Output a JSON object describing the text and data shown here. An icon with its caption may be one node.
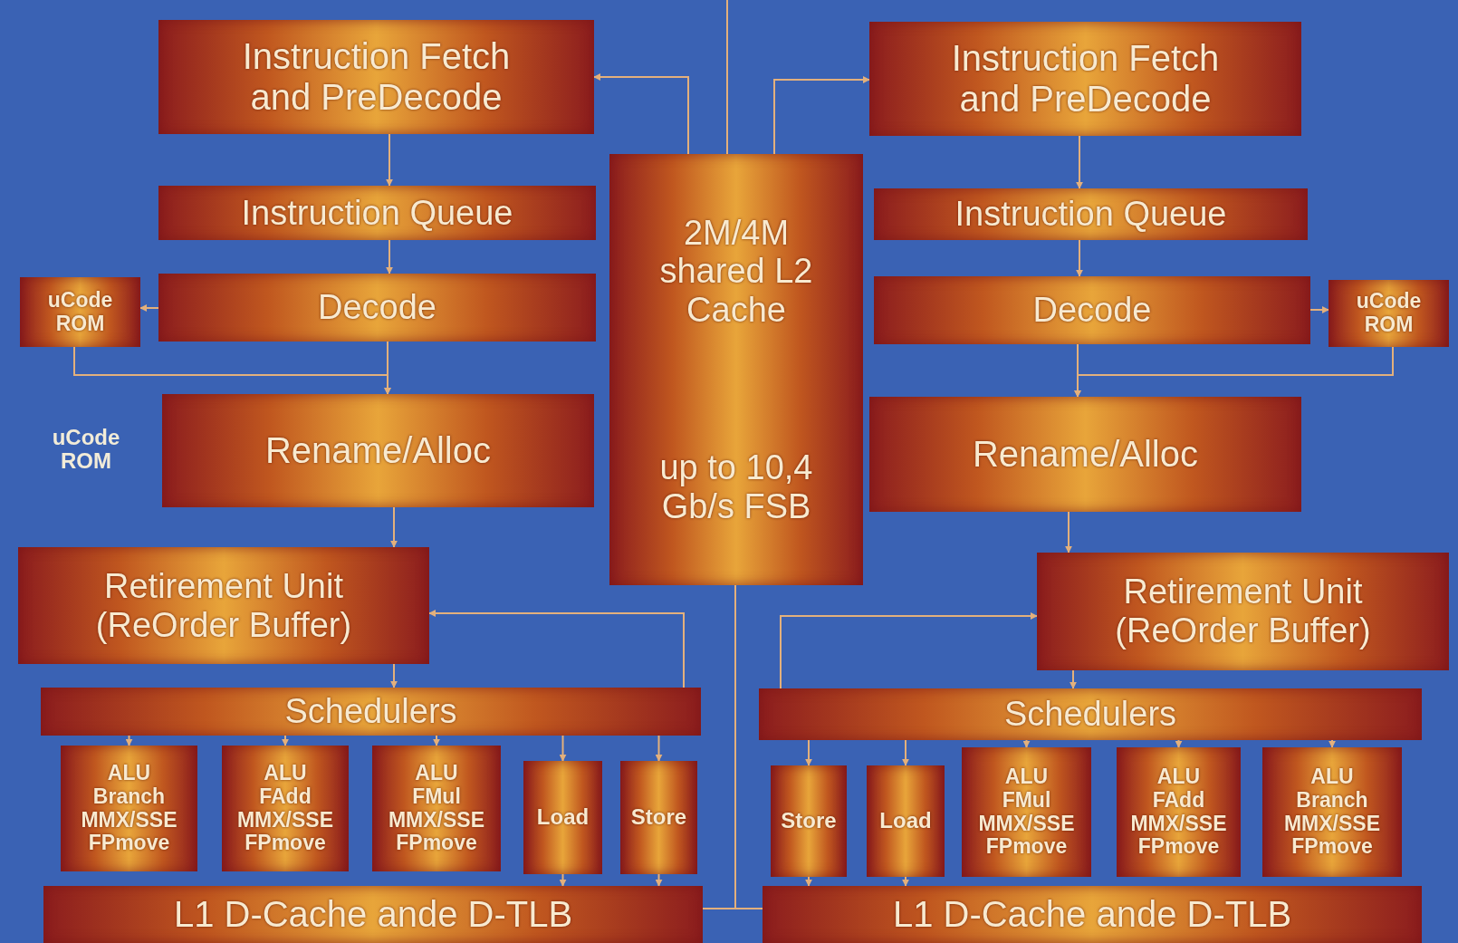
{
  "diagram": {
    "nodes": [
      {
        "text": [
          "2M/4M shared L2 Cache",
          "up to 10,4 Gb/s FSB"
        ]
      },
      {
        "text": [
          "Instruction Fetch and PreDecode"
        ]
      },
      {
        "text": [
          "Instruction Queue"
        ]
      },
      {
        "text": [
          "Decode"
        ]
      },
      {
        "text": [
          "uCode ROM"
        ]
      },
      {
        "text": [
          "Rename/Alloc"
        ]
      },
      {
        "text": [
          "Retirement Unit (ReOrder Buffer)"
        ]
      },
      {
        "text": [
          "Schedulers"
        ]
      },
      {
        "text": [
          "ALU Branch MMX/SSE FPmove"
        ]
      },
      {
        "text": [
          "ALU FAdd MMX/SSE FPmove"
        ]
      },
      {
        "text": [
          "ALU FMul MMX/SSE FPmove"
        ]
      },
      {
        "text": [
          "Load"
        ]
      },
      {
        "text": [
          "Store"
        ]
      },
      {
        "text": [
          "L1 D-Cache ande D-TLB"
        ]
      },
      {
        "text": [
          "Instruction Fetch and PreDecode"
        ]
      },
      {
        "text": [
          "Instruction Queue"
        ]
      },
      {
        "text": [
          "Decode"
        ]
      },
      {
        "text": [
          "uCode ROM"
        ]
      },
      {
        "text": [
          "Rename/Alloc"
        ]
      },
      {
        "text": [
          "Retirement Unit (ReOrder Buffer)"
        ]
      },
      {
        "text": [
          "Schedulers"
        ]
      },
      {
        "text": [
          "Store"
        ]
      },
      {
        "text": [
          "Load"
        ]
      },
      {
        "text": [
          "ALU FMul MMX/SSE FPmove"
        ]
      },
      {
        "text": [
          "ALU FAdd MMX/SSE FPmove"
        ]
      },
      {
        "text": [
          "ALU Branch MMX/SSE FPmove"
        ]
      },
      {
        "text": [
          "L1 D-Cache ande D-TLB"
        ]
      }
    ],
    "edges": [
      {
        "from": null,
        "to": 0,
        "arrow": "none"
      },
      {
        "from": 0,
        "to": 1,
        "arrow": "to"
      },
      {
        "from": 0,
        "to": 14,
        "arrow": "to"
      },
      {
        "from": 1,
        "to": 2,
        "arrow": "to"
      },
      {
        "from": 2,
        "to": 3,
        "arrow": "to"
      },
      {
        "from": 3,
        "to": 4,
        "arrow": "to"
      },
      {
        "from": 3,
        "to": 5,
        "arrow": "to"
      },
      {
        "from": 4,
        "to": 5,
        "arrow": "to"
      },
      {
        "from": 5,
        "to": 6,
        "arrow": "to"
      },
      {
        "from": 6,
        "to": 7,
        "arrow": "to"
      },
      {
        "from": 7,
        "to": 6,
        "arrow": "to"
      },
      {
        "from": 7,
        "to": 8,
        "arrow": "to"
      },
      {
        "from": 7,
        "to": 9,
        "arrow": "to"
      },
      {
        "from": 7,
        "to": 10,
        "arrow": "to"
      },
      {
        "from": 7,
        "to": 11,
        "arrow": "to"
      },
      {
        "from": 7,
        "to": 12,
        "arrow": "to"
      },
      {
        "from": 11,
        "to": 13,
        "arrow": "to"
      },
      {
        "from": 12,
        "to": 13,
        "arrow": "to"
      },
      {
        "from": 0,
        "to": 13,
        "arrow": "none"
      },
      {
        "from": 0,
        "to": 26,
        "arrow": "none"
      },
      {
        "from": 14,
        "to": 15,
        "arrow": "to"
      },
      {
        "from": 15,
        "to": 16,
        "arrow": "to"
      },
      {
        "from": 16,
        "to": 17,
        "arrow": "to"
      },
      {
        "from": 16,
        "to": 18,
        "arrow": "to"
      },
      {
        "from": 17,
        "to": 18,
        "arrow": "to"
      },
      {
        "from": 18,
        "to": 19,
        "arrow": "to"
      },
      {
        "from": 19,
        "to": 20,
        "arrow": "to"
      },
      {
        "from": 20,
        "to": 19,
        "arrow": "to"
      },
      {
        "from": 20,
        "to": 21,
        "arrow": "to"
      },
      {
        "from": 20,
        "to": 22,
        "arrow": "to"
      },
      {
        "from": 20,
        "to": 23,
        "arrow": "to"
      },
      {
        "from": 20,
        "to": 24,
        "arrow": "to"
      },
      {
        "from": 20,
        "to": 25,
        "arrow": "to"
      },
      {
        "from": 21,
        "to": 26,
        "arrow": "to"
      },
      {
        "from": 22,
        "to": 26,
        "arrow": "to"
      }
    ],
    "labels": [
      "uCode ROM"
    ]
  }
}
